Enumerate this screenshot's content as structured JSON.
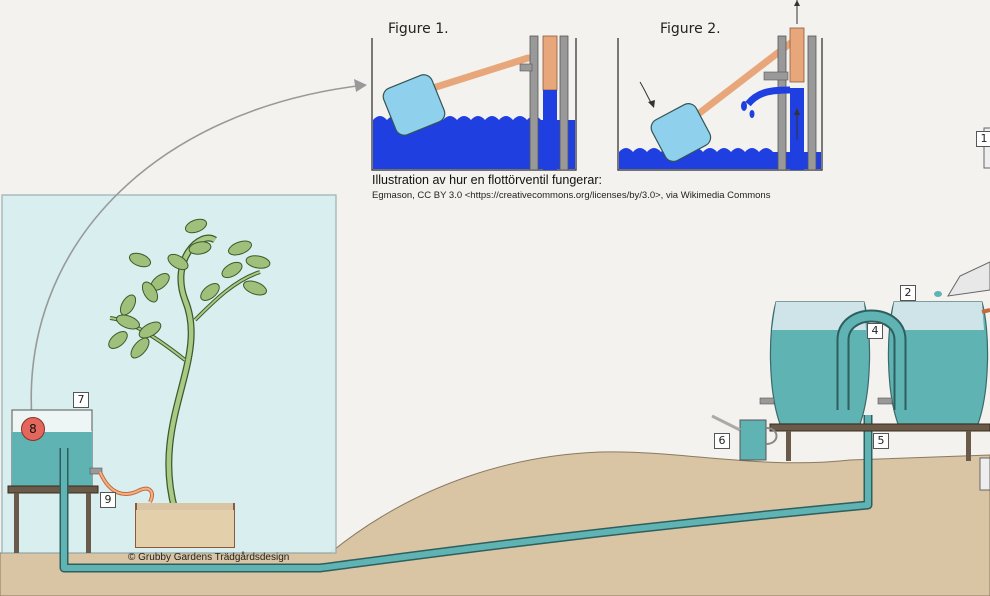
{
  "figure1": {
    "title": "Figure 1."
  },
  "figure2": {
    "title": "Figure 2."
  },
  "caption": {
    "text": "Illustration av hur en flottörventil fungerar:",
    "attribution": "Egmason, CC BY 3.0 <https://creativecommons.org/licenses/by/3.0>, via Wikimedia Commons"
  },
  "copyright": "© Grubby Gardens Trädgårdsdesign",
  "labels": {
    "n1": "1",
    "n2": "2",
    "n4": "4",
    "n5": "5",
    "n6": "6",
    "n7": "7",
    "n8": "8",
    "n9": "9"
  },
  "colors": {
    "water": "#1f3fe0",
    "tank_water": "#5fb3b3",
    "ground": "#d9c4a3",
    "greenhouse": "#d7eef0",
    "hose": "#5fb3b3",
    "float": "#8fd0ec",
    "valve_arm": "#e8a77a"
  }
}
